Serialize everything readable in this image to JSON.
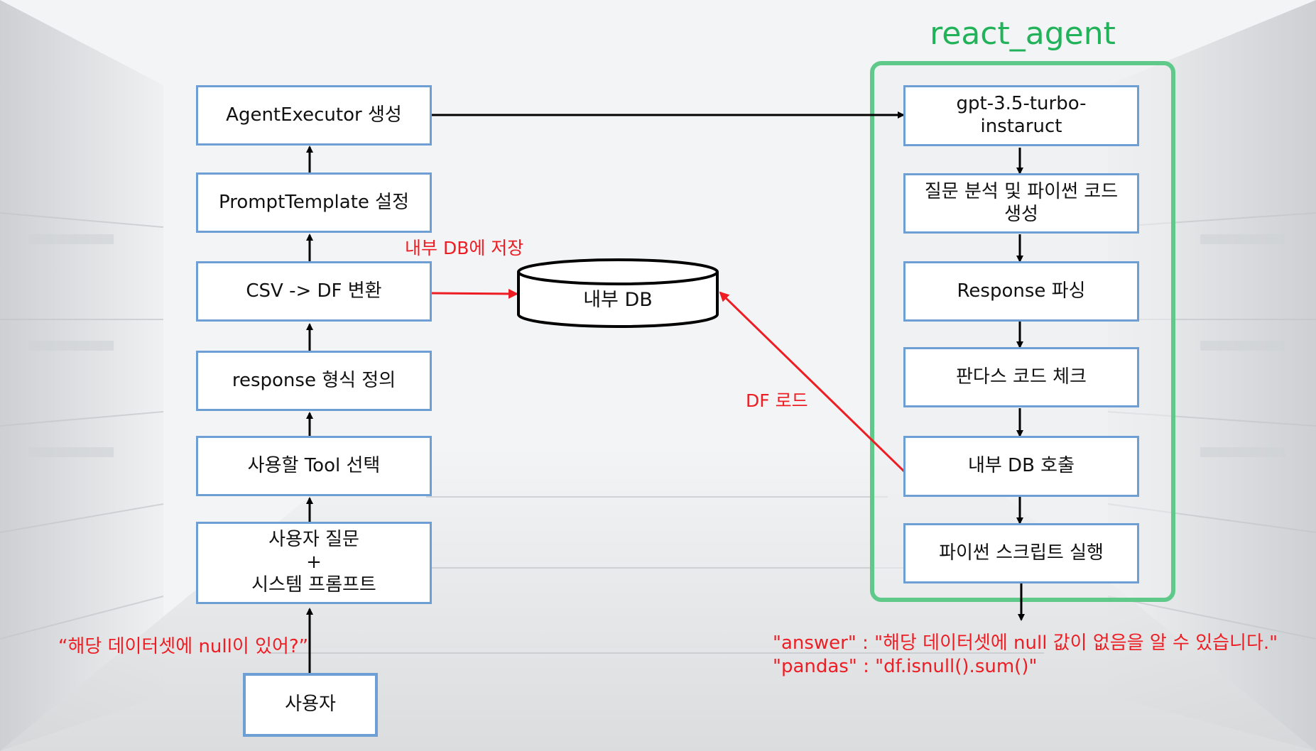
{
  "left_flow": {
    "agent_executor": "AgentExecutor 생성",
    "prompt_template": "PromptTemplate 설정",
    "csv_to_df": "CSV -> DF 변환",
    "response_format": "response 형식 정의",
    "tool_select": "사용할 Tool 선택",
    "user_question_lines": [
      "사용자 질문",
      "+",
      "시스템 프롬프트"
    ],
    "user": "사용자",
    "user_query": "“해당 데이터셋에 null이 있어?”"
  },
  "database": {
    "label": "내부 DB",
    "save_label": "내부 DB에 저장",
    "load_label": "DF 로드"
  },
  "react_agent": {
    "title": "react_agent",
    "steps": [
      [
        "gpt-3.5-turbo-",
        "instaruct"
      ],
      [
        "질문 분석 및 파이썬 코드",
        "생성"
      ],
      [
        "Response 파싱"
      ],
      [
        "판다스 코드 체크"
      ],
      [
        "내부 DB 호출"
      ],
      [
        "파이썬 스크립트 실행"
      ]
    ]
  },
  "output": {
    "answer_line": "\"answer\" : \"해당 데이터셋에 null 값이 없음을 알 수 있습니다.\"",
    "pandas_line": "\"pandas\" : \"df.isnull().sum()\""
  },
  "colors": {
    "box_border": "#6d9fd4",
    "panel_border": "#5fc98a",
    "title_green": "#21b25a",
    "accent_red": "#ee1d23"
  }
}
